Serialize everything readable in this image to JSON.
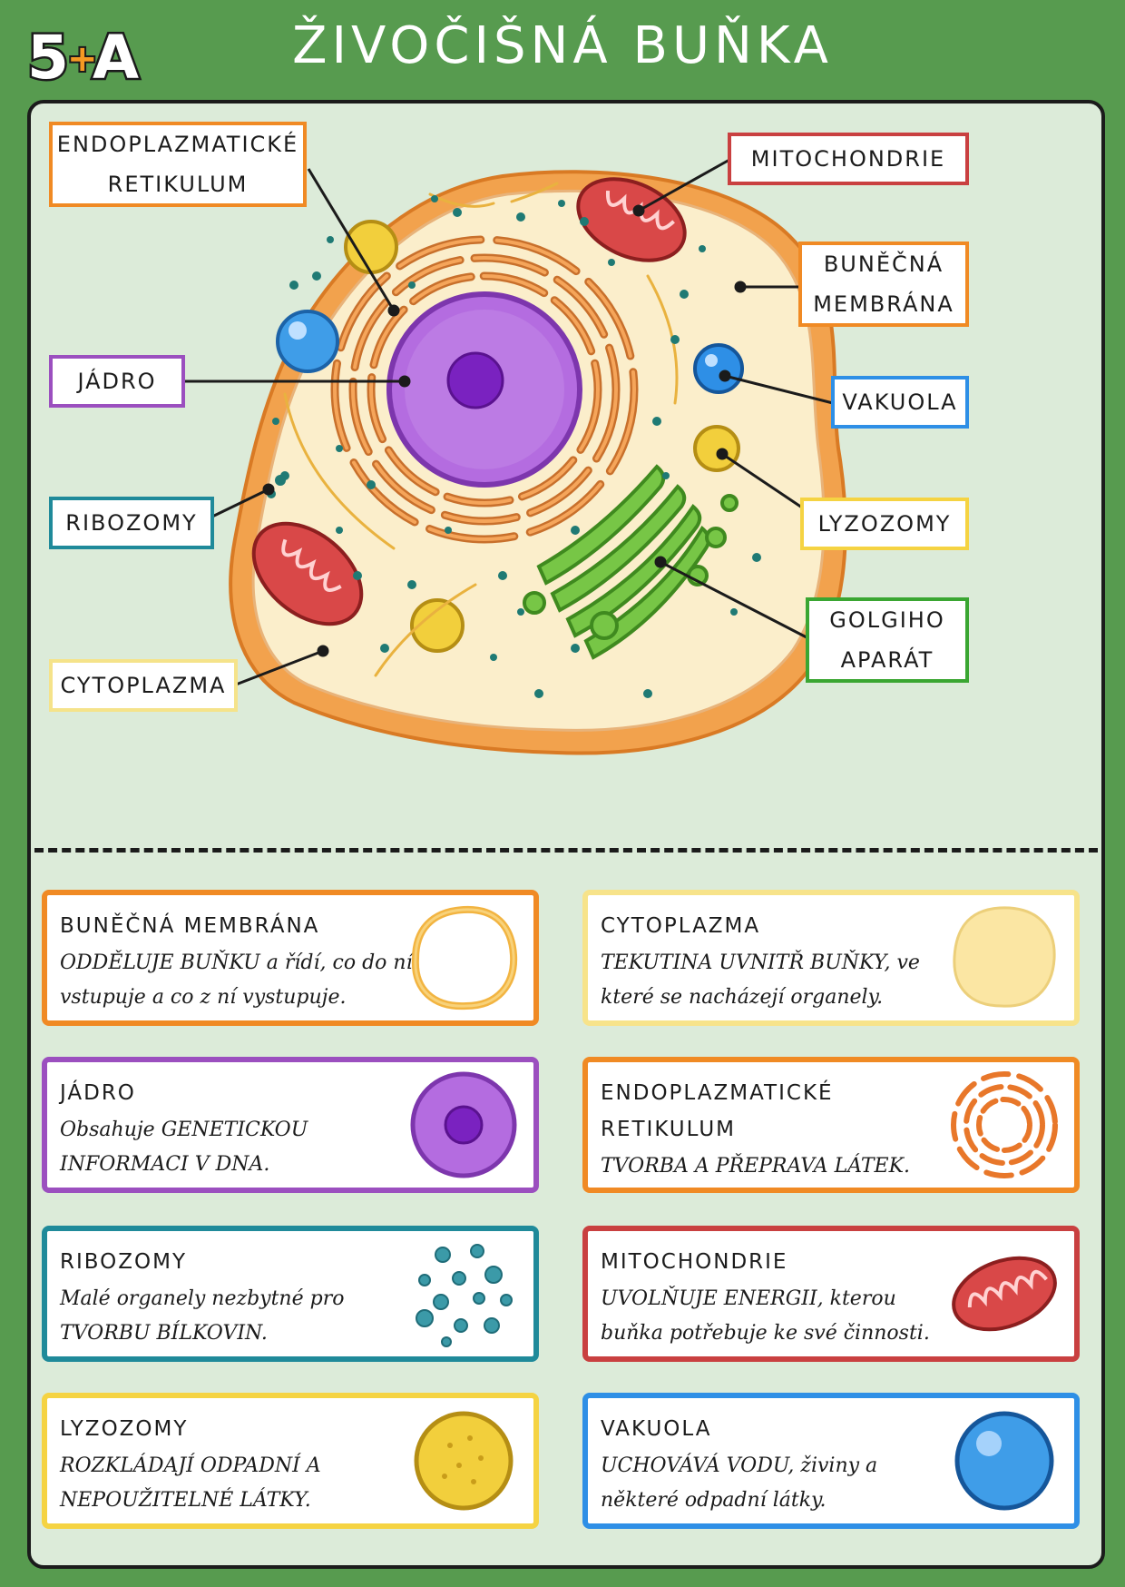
{
  "logo": {
    "text": "5+A"
  },
  "title": "ŽIVOČIŠNÁ BUŇKA",
  "labels": {
    "endoplasmic_reticulum": "ENDOPLAZMATICKÉ\nRETIKULUM",
    "mitochondria": "MITOCHONDRIE",
    "cell_membrane": "BUNĚČNÁ\nMEMBRÁNA",
    "nucleus": "JÁDRO",
    "vacuole": "VAKUOLA",
    "ribosomes": "RIBOZOMY",
    "lysosomes": "LYZOZOMY",
    "golgi": "GOLGIHO\nAPARÁT",
    "cytoplasm": "CYTOPLAZMA"
  },
  "cards": {
    "membrane": {
      "title": "BUNĚČNÁ MEMBRÁNA",
      "desc": "ODDĚLUJE BUŇKU a řídí, co do ní vstupuje a co z ní vystupuje.",
      "icon": "membrane-icon",
      "color": "#f08a24"
    },
    "cytoplasm": {
      "title": "CYTOPLAZMA",
      "desc": "TEKUTINA UVNITŘ BUŇKY, ve které se nacházejí organely.",
      "icon": "cytoplasm-icon",
      "color": "#f7e38a"
    },
    "nucleus": {
      "title": "JÁDRO",
      "desc": "Obsahuje GENETICKOU INFORMACI V DNA.",
      "icon": "nucleus-icon",
      "color": "#9b4fbf"
    },
    "er": {
      "title": "ENDOPLAZMATICKÉ\nRETIKULUM",
      "desc": "TVORBA A PŘEPRAVA LÁTEK.",
      "icon": "er-icon",
      "color": "#f08a24"
    },
    "ribosomes": {
      "title": "RIBOZOMY",
      "desc": "Malé organely nezbytné pro TVORBU BÍLKOVIN.",
      "icon": "ribosomes-icon",
      "color": "#1f8a9a"
    },
    "mitochondria": {
      "title": "MITOCHONDRIE",
      "desc": "UVOLŇUJE ENERGII, kterou buňka potřebuje ke své činnosti.",
      "icon": "mitochondria-icon",
      "color": "#c94040"
    },
    "lysosomes": {
      "title": "LYZOZOMY",
      "desc": "ROZKLÁDAJÍ ODPADNÍ A NEPOUŽITELNÉ LÁTKY.",
      "icon": "lysosome-icon",
      "color": "#f5d342"
    },
    "vacuole": {
      "title": "VAKUOLA",
      "desc": "UCHOVÁVÁ VODU, živiny a některé odpadní látky.",
      "icon": "vacuole-icon",
      "color": "#2e8fe6"
    }
  },
  "colors": {
    "background": "#579b4f",
    "panel": "#dcebd9",
    "cytoplasm": "#fbeecb",
    "membrane": "#f0a24a",
    "nucleus": "#b46ce0",
    "mitochondria": "#d94848",
    "golgi": "#77c646",
    "vacuole": "#3f9de8",
    "lysosome": "#f2cf3c",
    "ribosome": "#1f7a74"
  }
}
